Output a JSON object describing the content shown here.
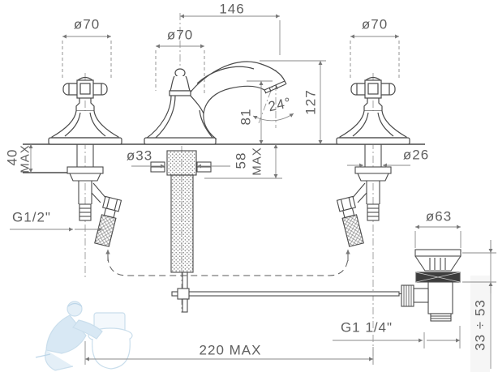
{
  "drawing": {
    "type": "technical-installation-diagram",
    "subject": "Three-hole basin mixer with cross handles, swan spout and pop-up waste",
    "units": "mm",
    "colors": {
      "background": "#ffffff",
      "object_line": "#4a4a4a",
      "dimension_line": "#8a8a8a",
      "text": "#5f5f5f",
      "watermark_blue": "#a8cbe3"
    },
    "dimensions": {
      "dia70_left": "ø70",
      "dia70_center": "ø70",
      "dia70_right": "ø70",
      "reach": "146",
      "height127": "127",
      "angle": "24°",
      "height81": "81",
      "max40_value": "40",
      "max40_word": "MAX",
      "dia33": "ø33",
      "max58_value": "58",
      "max58_word": "MAX",
      "dia26": "ø26",
      "supply_thread": "G1/2\"",
      "dia63": "ø63",
      "clamp_range": "33 ÷ 53",
      "waste_thread": "G1 1/4\"",
      "spread": "220 MAX"
    }
  }
}
